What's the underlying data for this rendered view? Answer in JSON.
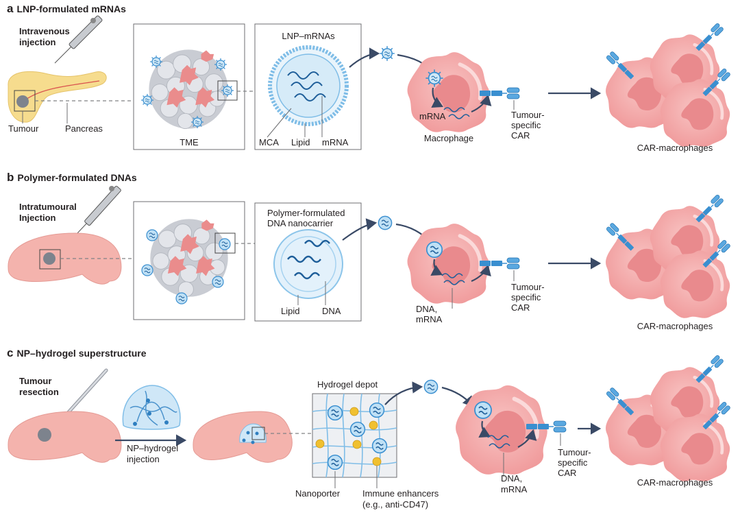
{
  "colors": {
    "macrophage": "#f3a5a5",
    "macrophage_light": "#f8c4c3",
    "nucleus": "#e98a8d",
    "tumour_cell": "#d3d5da",
    "tumour_pink": "#ea8c8c",
    "nanoparticle": "#4aa3dd",
    "nanoparticle_fill": "#cfe8f7",
    "car": "#3a8fd0",
    "pancreas": "#f6dc8e",
    "brain": "#f4b3ad",
    "hydrogel": "#b9dcf3",
    "immune_enhancer": "#f0c030",
    "arrow": "#3a4a66"
  },
  "panels": [
    {
      "letter": "a",
      "title": "LNP-formulated mRNAs",
      "route": [
        "Intravenous",
        "injection"
      ],
      "organ_labels": {
        "tumour": "Tumour",
        "organ": "Pancreas"
      },
      "tme_label": "TME",
      "carrier_title": "LNP–mRNAs",
      "carrier_labels": [
        "MCA",
        "Lipid",
        "mRNA"
      ],
      "cargo_label": "mRNA",
      "cell_label": "Macrophage",
      "car_label": [
        "Tumour-",
        "specific",
        "CAR"
      ],
      "result_label": "CAR-macrophages"
    },
    {
      "letter": "b",
      "title": "Polymer-formulated DNAs",
      "route": [
        "Intratumoural",
        "Injection"
      ],
      "carrier_title": [
        "Polymer-formulated",
        "DNA nanocarrier"
      ],
      "carrier_labels": [
        "Lipid",
        "DNA"
      ],
      "cargo_label": [
        "DNA,",
        "mRNA"
      ],
      "car_label": [
        "Tumour-",
        "specific",
        "CAR"
      ],
      "result_label": "CAR-macrophages"
    },
    {
      "letter": "c",
      "title": "NP–hydrogel superstructure",
      "route": [
        "Tumour",
        "resection"
      ],
      "injection_label": [
        "NP–hydrogel",
        "injection"
      ],
      "depot_title": "Hydrogel depot",
      "depot_labels": {
        "nanoporter": "Nanoporter",
        "enhancers": [
          "Immune enhancers",
          "(e.g., anti-CD47)"
        ]
      },
      "cargo_label": [
        "DNA,",
        "mRNA"
      ],
      "car_label": [
        "Tumour-",
        "specific",
        "CAR"
      ],
      "result_label": "CAR-macrophages"
    }
  ]
}
